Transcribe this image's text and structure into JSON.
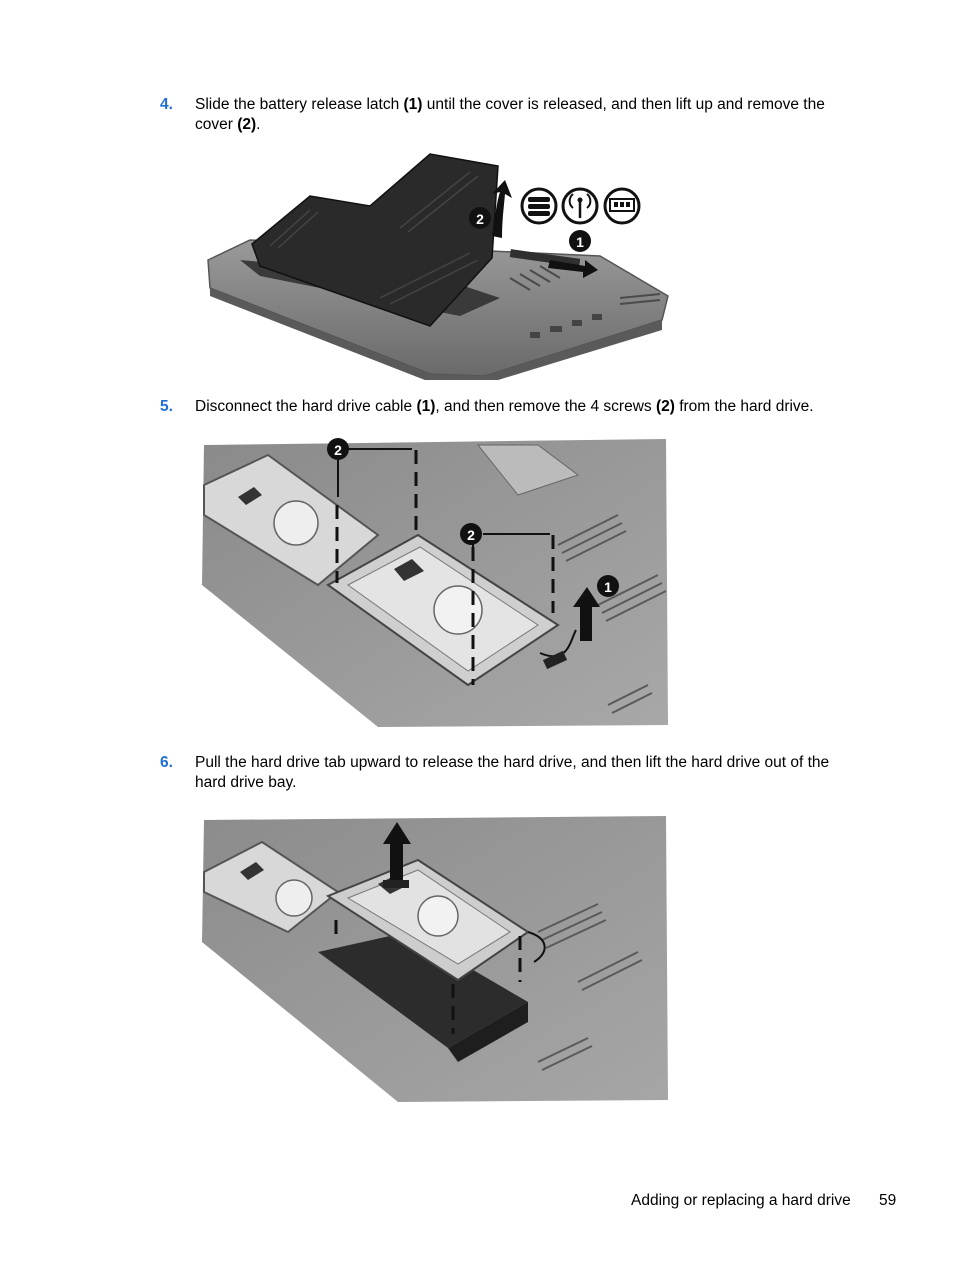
{
  "steps": [
    {
      "number": "4.",
      "parts": [
        "Slide the battery release latch ",
        "(1)",
        " until the cover is released, and then lift up and remove the cover ",
        "(2)",
        "."
      ]
    },
    {
      "number": "5.",
      "parts": [
        "Disconnect the hard drive cable ",
        "(1)",
        ", and then remove the 4 screws ",
        "(2)",
        " from the hard drive."
      ]
    },
    {
      "number": "6.",
      "text": "Pull the hard drive tab upward to release the hard drive, and then lift the hard drive out of the hard drive bay."
    }
  ],
  "callouts": {
    "one": "1",
    "two": "2"
  },
  "footer": {
    "title": "Adding or replacing a hard drive",
    "page": "59"
  }
}
